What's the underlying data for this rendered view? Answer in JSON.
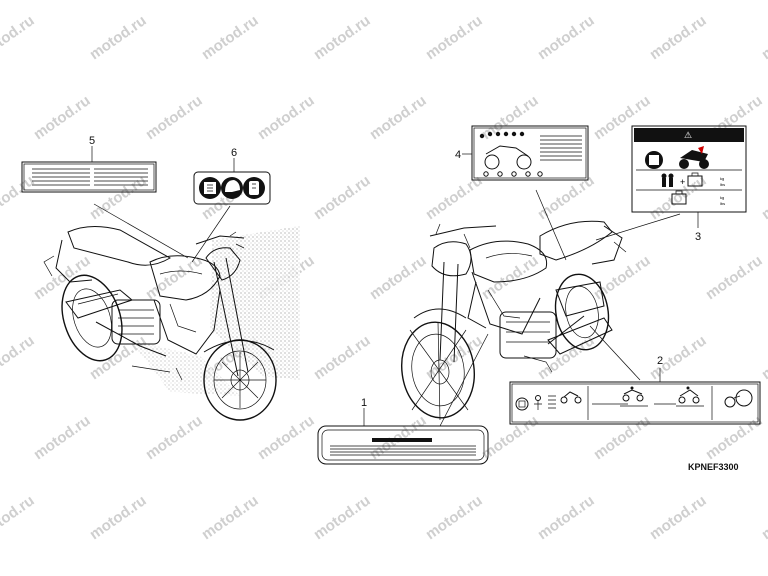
{
  "watermark": {
    "text": "motod.ru"
  },
  "callouts": {
    "c1": "1",
    "c2": "2",
    "c3": "3",
    "c4": "4",
    "c5": "5",
    "c6": "6"
  },
  "part_code": "KPNEF3300",
  "label_3": {
    "header_mark": "⚠",
    "unit_top_1": "kg",
    "unit_top_2": "lbs",
    "unit_bottom_1": "kg",
    "unit_bottom_2": "lbs"
  },
  "icons": {
    "label_6": [
      "manual-book-icon",
      "helmet-icon",
      "protective-gear-icon"
    ],
    "label_2": [
      "manual-book-icon",
      "rider-posture-icon",
      "motorcycle-icon",
      "rider-sport-icon",
      "rider-lean-icon",
      "mirror-icon"
    ],
    "label_3": [
      "warning-icon",
      "manual-book-icon",
      "motorcycle-load-icon",
      "rider-passenger-icon",
      "luggage-icon"
    ]
  }
}
